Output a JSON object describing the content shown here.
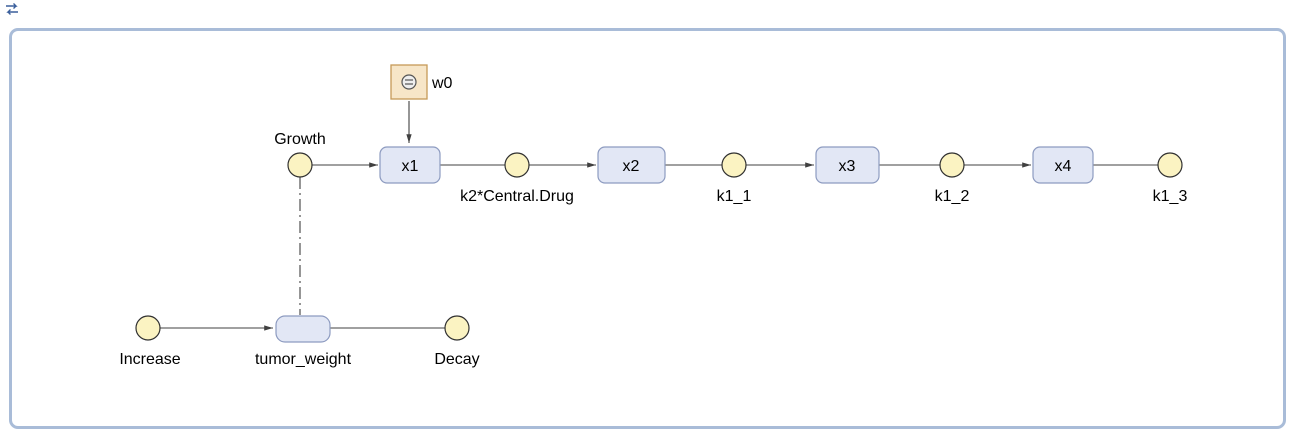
{
  "toolbar": {
    "back_icon": "swap-arrows-icon"
  },
  "parameter": {
    "label": "w0",
    "icon": "equals-circle-icon"
  },
  "species": {
    "growth": "Growth",
    "k2_central_drug": "k2*Central.Drug",
    "k1_1": "k1_1",
    "k1_2": "k1_2",
    "k1_3": "k1_3",
    "increase": "Increase",
    "decay": "Decay"
  },
  "blocks": {
    "x1": "x1",
    "x2": "x2",
    "x3": "x3",
    "x4": "x4",
    "tumor_weight": "tumor_weight"
  },
  "colors": {
    "frame_border": "#a9bcd8",
    "species_fill": "#fbf3c2",
    "block_fill": "#e2e7f5",
    "block_border": "#8d9bc0",
    "param_fill": "#f7e6c8",
    "param_border": "#c69a58"
  }
}
